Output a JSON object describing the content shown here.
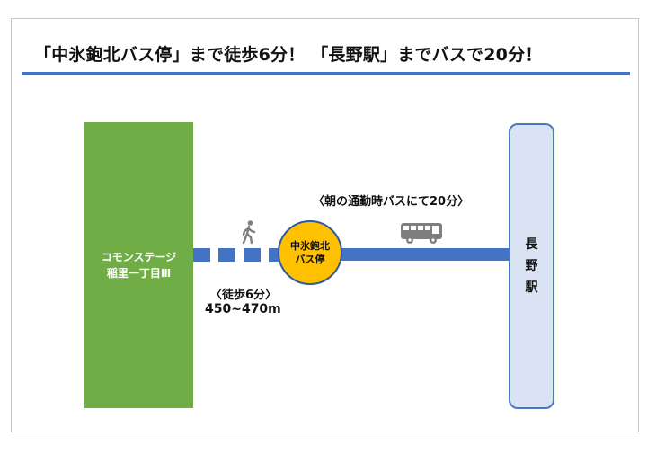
{
  "title": "「中氷鉋北バス停」まで徒歩6分！ 「長野駅」までバスで20分！",
  "origin": {
    "line1": "コモンステージ",
    "line2": "稲里一丁目Ⅲ"
  },
  "bus_stop": {
    "line1": "中氷鉋北",
    "line2": "バス停"
  },
  "station": {
    "chars": [
      "長",
      "野",
      "駅"
    ]
  },
  "walk": {
    "label": "〈徒歩6分〉",
    "distance": "450~470m"
  },
  "bus": {
    "label": "〈朝の通勤時バスにて20分〉"
  },
  "icons": {
    "walker": "walking-person-icon",
    "bus": "bus-icon"
  },
  "colors": {
    "origin_fill": "#70ad47",
    "route_blue": "#4472c4",
    "stop_fill": "#ffc000",
    "station_fill": "#dae3f3",
    "station_border": "#4a78c4",
    "icon_gray": "#7f7f7f"
  }
}
